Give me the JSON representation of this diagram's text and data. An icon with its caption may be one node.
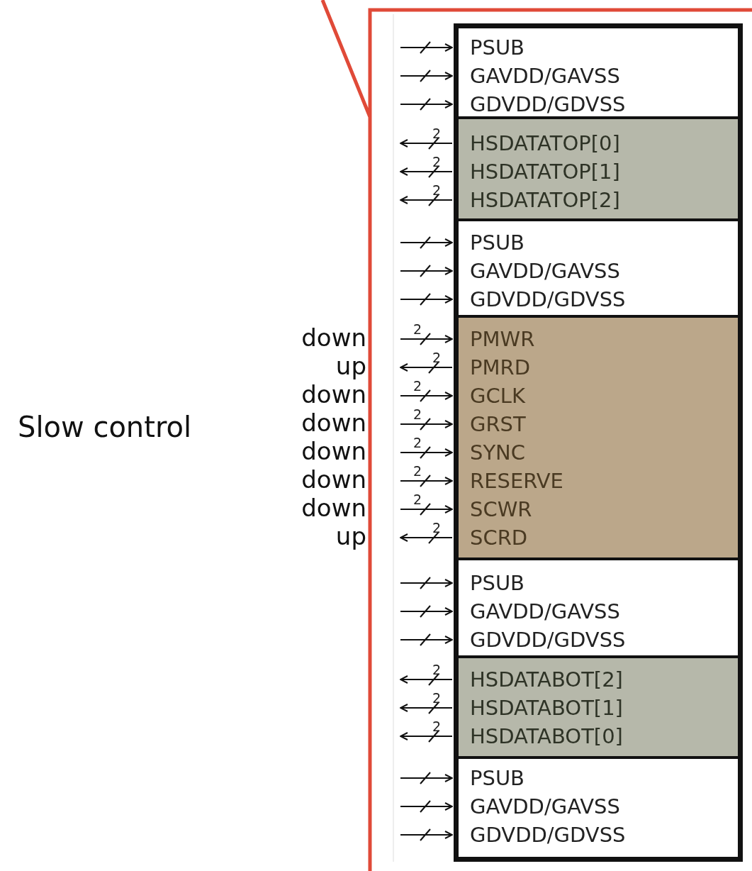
{
  "diagram": {
    "nodes": [
      {
        "text": [],
        "shape": "box"
      },
      {
        "text": [
          "PSUB",
          "GAVDD/GAVSS",
          "GDVDD/GDVSS"
        ],
        "in": 0
      },
      {
        "text": [
          "HSDATATOP[0]",
          "HSDATATOP[1]",
          "HSDATATOP[2]"
        ],
        "in": 0
      },
      {
        "text": [
          "PSUB",
          "GAVDD/GAVSS",
          "GDVDD/GDVSS"
        ],
        "in": 0
      },
      {
        "text": [
          "PMWR",
          "PMRD",
          "GCLK",
          "GRST",
          "SYNC",
          "RESERVE",
          "SCWR",
          "SCRD"
        ],
        "in": 0
      },
      {
        "text": [
          "PSUB",
          "GAVDD/GAVSS",
          "GDVDD/GDVSS"
        ],
        "in": 0
      },
      {
        "text": [
          "HSDATABOT[2]",
          "HSDATABOT[1]",
          "HSDATABOT[0]"
        ],
        "in": 0
      },
      {
        "text": [
          "PSUB",
          "GAVDD/GAVSS",
          "GDVDD/GDVSS"
        ],
        "in": 0
      }
    ],
    "edges": [
      {
        "from": null,
        "to": 1,
        "arrow": "to"
      },
      {
        "from": null,
        "to": 1,
        "arrow": "to"
      },
      {
        "from": null,
        "to": 1,
        "arrow": "to"
      },
      {
        "from": 2,
        "to": null,
        "arrow": "to",
        "label": "2"
      },
      {
        "from": 2,
        "to": null,
        "arrow": "to",
        "label": "2"
      },
      {
        "from": 2,
        "to": null,
        "arrow": "to",
        "label": "2"
      },
      {
        "from": null,
        "to": 3,
        "arrow": "to"
      },
      {
        "from": null,
        "to": 3,
        "arrow": "to"
      },
      {
        "from": null,
        "to": 3,
        "arrow": "to"
      },
      {
        "from": null,
        "to": 4,
        "arrow": "to",
        "label": "2"
      },
      {
        "from": 4,
        "to": null,
        "arrow": "to",
        "label": "2"
      },
      {
        "from": null,
        "to": 4,
        "arrow": "to",
        "label": "2"
      },
      {
        "from": null,
        "to": 4,
        "arrow": "to",
        "label": "2"
      },
      {
        "from": null,
        "to": 4,
        "arrow": "to",
        "label": "2"
      },
      {
        "from": null,
        "to": 4,
        "arrow": "to",
        "label": "2"
      },
      {
        "from": null,
        "to": 4,
        "arrow": "to",
        "label": "2"
      },
      {
        "from": 4,
        "to": null,
        "arrow": "to",
        "label": "2"
      },
      {
        "from": null,
        "to": 5,
        "arrow": "to"
      },
      {
        "from": null,
        "to": 5,
        "arrow": "to"
      },
      {
        "from": null,
        "to": 5,
        "arrow": "to"
      },
      {
        "from": 6,
        "to": null,
        "arrow": "to",
        "label": "2"
      },
      {
        "from": 6,
        "to": null,
        "arrow": "to",
        "label": "2"
      },
      {
        "from": 6,
        "to": null,
        "arrow": "to",
        "label": "2"
      },
      {
        "from": null,
        "to": 7,
        "arrow": "to"
      },
      {
        "from": null,
        "to": 7,
        "arrow": "to"
      },
      {
        "from": null,
        "to": 7,
        "arrow": "to"
      }
    ],
    "labels": [
      "Slow control",
      "down",
      "up",
      "down",
      "down",
      "down",
      "down",
      "down",
      "up"
    ]
  }
}
